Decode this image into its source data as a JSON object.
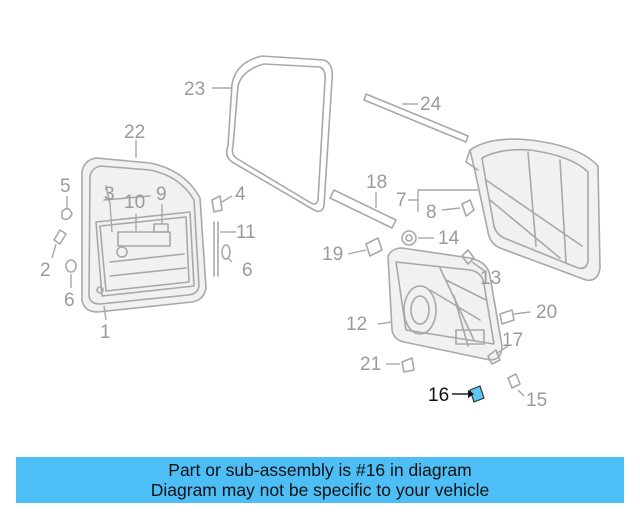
{
  "callouts": {
    "c1": "1",
    "c2": "2",
    "c3": "3",
    "c4": "4",
    "c5": "5",
    "c6a": "6",
    "c6b": "6",
    "c7": "7",
    "c8": "8",
    "c9": "9",
    "c10": "10",
    "c11": "11",
    "c12": "12",
    "c13": "13",
    "c14": "14",
    "c15": "15",
    "c16": "16",
    "c17": "17",
    "c18": "18",
    "c19": "19",
    "c20": "20",
    "c21": "21",
    "c22": "22",
    "c23": "23",
    "c24": "24"
  },
  "highlight": {
    "part": "16",
    "color": "#5ec8f5"
  },
  "banner": {
    "line1": "Part or sub-assembly is #16 in diagram",
    "line2": "Diagram may not be specific to your vehicle",
    "background": "#4dbef6"
  }
}
